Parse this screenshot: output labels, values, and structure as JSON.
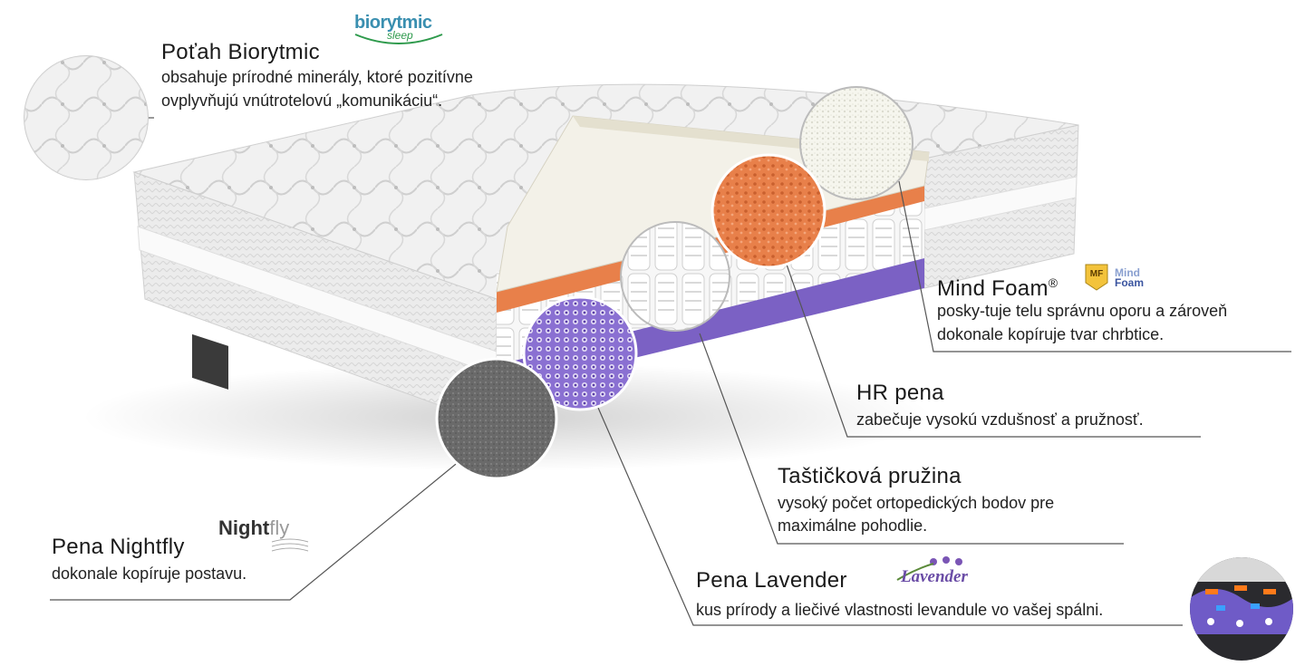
{
  "callouts": {
    "cover": {
      "title": "Poťah Biorytmic",
      "line1": "obsahuje prírodné minerály, ktoré pozitívne",
      "line2": "ovplyvňujú vnútrotelovú „komunikáciu“."
    },
    "mindfoam": {
      "title": "Mind Foam",
      "reg": "®",
      "line1": "posky-tuje telu správnu oporu a zároveň",
      "line2": "dokonale kopíruje tvar chrbtice."
    },
    "hr": {
      "title": "HR pena",
      "line1": "zabečuje vysokú vzdušnosť a pružnosť."
    },
    "spring": {
      "title": "Taštičková pružina",
      "line1": "vysoký počet ortopedických bodov pre",
      "line2": "maximálne pohodlie."
    },
    "nightfly": {
      "title": "Pena Nightfly",
      "line1": "dokonale kopíruje postavu."
    },
    "lavender": {
      "title": "Pena Lavender",
      "line1": "kus prírody a liečivé vlastnosti levandule vo vašej spálni."
    }
  },
  "logos": {
    "biorytmic": {
      "main": "biorytmic",
      "sub": "sleep"
    },
    "nightfly": {
      "bold": "Night",
      "light": "fly"
    },
    "lavender": {
      "text": "Lavender"
    },
    "mindfoam": {
      "badge": "MF",
      "word1": "Mind",
      "word2": "Foam"
    }
  },
  "colors": {
    "mattress_fabric": "#eeeeee",
    "hr_foam": "#e8804a",
    "lavender_foam": "#7b61c4",
    "nightfly_foam": "#6e6e6e",
    "mindfoam_layer": "#f3f1e8",
    "leader_lines": "#555555"
  }
}
